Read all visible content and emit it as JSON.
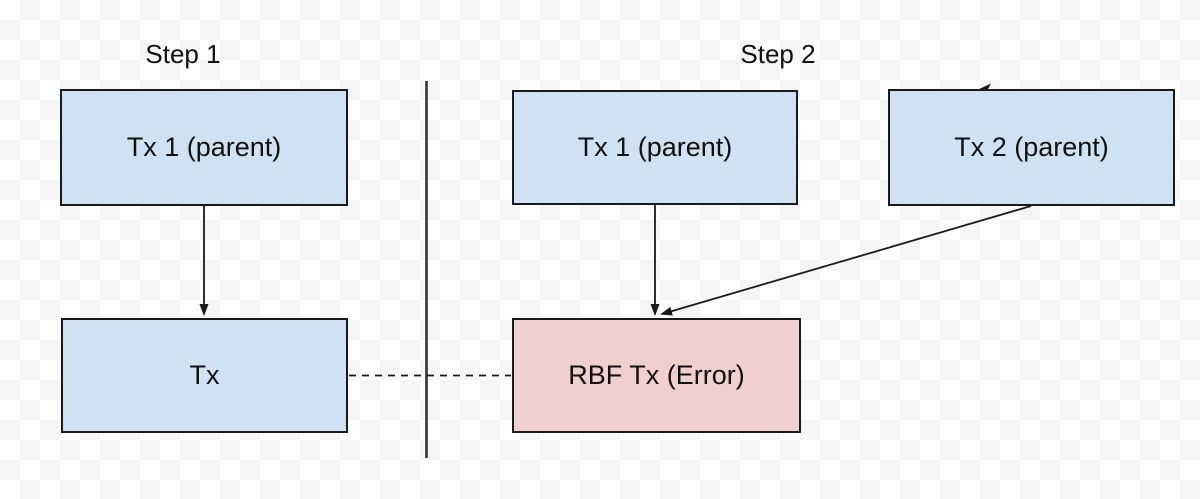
{
  "titles": {
    "step1": "Step 1",
    "step2": "Step 2"
  },
  "boxes": {
    "step1_parent": {
      "label": "Tx 1 (parent)"
    },
    "step1_child": {
      "label": "Tx"
    },
    "step2_parent1": {
      "label": "Tx 1 (parent)"
    },
    "step2_parent2": {
      "label": "Tx 2 (parent)"
    },
    "step2_child": {
      "label": "RBF Tx (Error)"
    }
  },
  "colors": {
    "box_blue_fill": "#cfe2f3",
    "box_pink_fill": "#f0cfcf",
    "stroke_dark": "#1a1a1a",
    "divider_color": "#333333",
    "checker_gray": "#f5f5f6",
    "text_color": "#111111"
  }
}
